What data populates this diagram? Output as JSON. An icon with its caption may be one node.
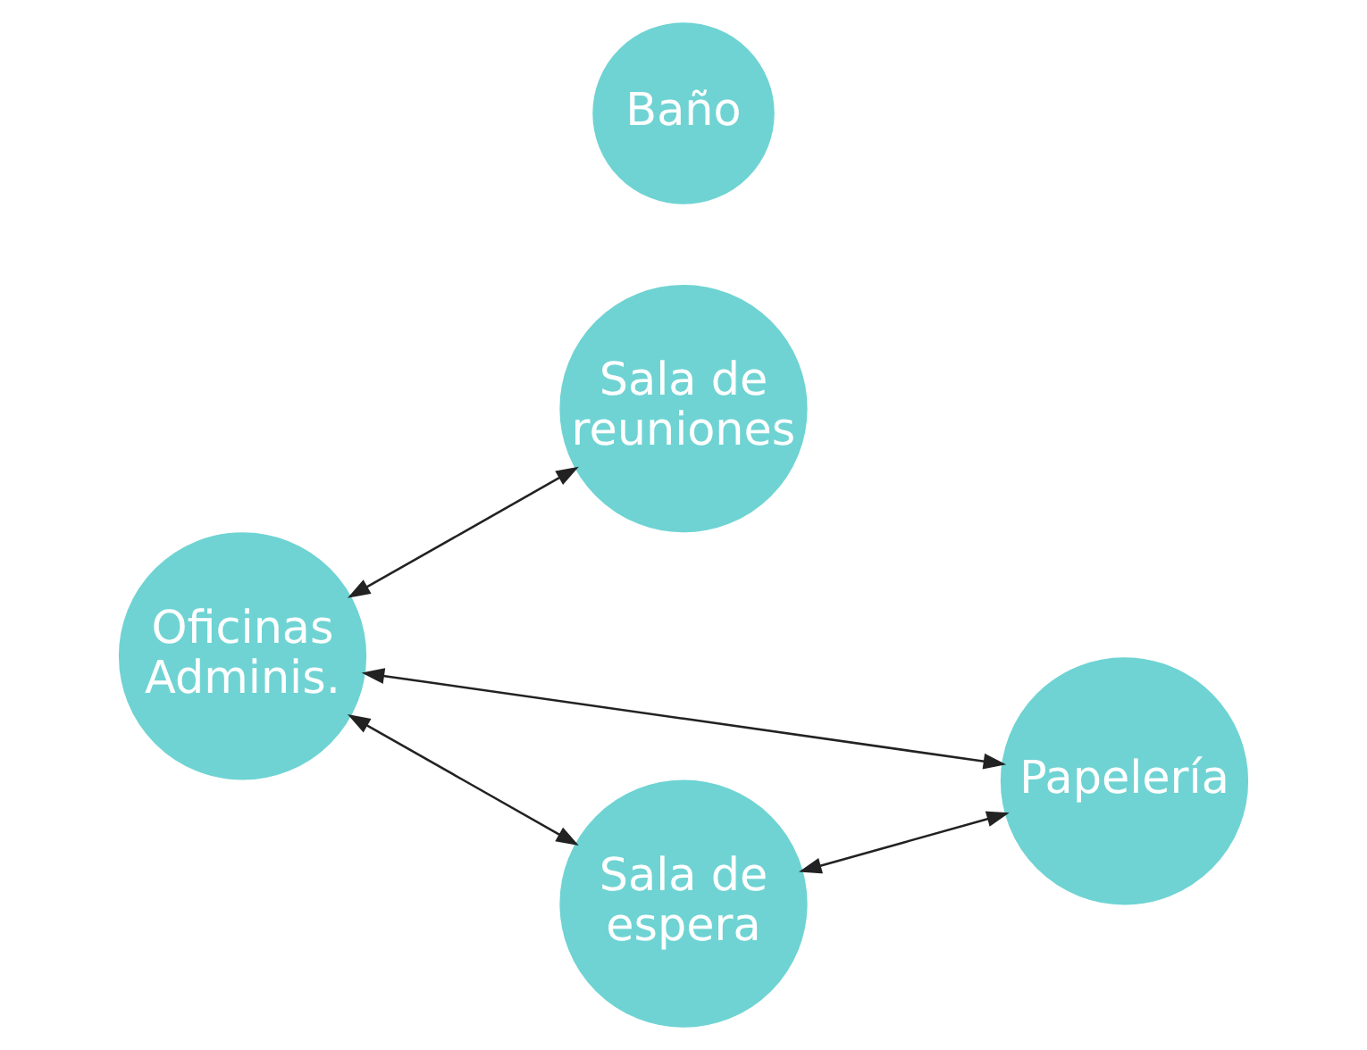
{
  "diagram": {
    "nodes": [
      {
        "text": [
          "Sala de reuniones"
        ]
      },
      {
        "text": [
          "Oficinas Adminis."
        ]
      },
      {
        "text": [
          "Baño"
        ]
      },
      {
        "text": [
          "Papelería"
        ]
      },
      {
        "text": [
          "Sala de espera"
        ]
      }
    ],
    "edges": [
      {
        "from": 1,
        "to": 0,
        "arrow": "both"
      },
      {
        "from": 1,
        "to": 3,
        "arrow": "both"
      },
      {
        "from": 1,
        "to": 4,
        "arrow": "both"
      },
      {
        "from": 4,
        "to": 3,
        "arrow": "both"
      }
    ]
  }
}
